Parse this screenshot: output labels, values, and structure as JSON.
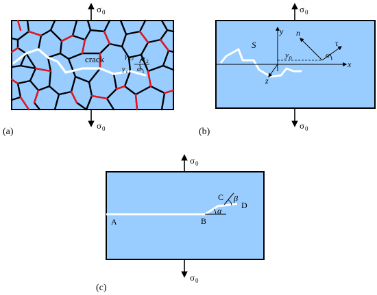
{
  "stress_symbol": "σ",
  "stress_subscript": "0",
  "panels": {
    "a": {
      "label": "(a)",
      "crack_label": "crack",
      "gamma": "γ",
      "gamma_sub_c1": "c1",
      "gamma_sub_c2": "c2",
      "alpha": "α",
      "alpha_sub_1": "1",
      "alpha_sub_2": "2"
    },
    "b": {
      "label": "(b)",
      "axis_x": "x",
      "axis_y": "y",
      "axis_z": "z",
      "surface": "S",
      "normal": "n",
      "tangent": "τ",
      "offset": "y",
      "offset_sub": "0",
      "angle": "α"
    },
    "c": {
      "label": "(c)",
      "point_a": "A",
      "point_b": "B",
      "point_c": "C",
      "point_d": "D",
      "angle_alpha": "α",
      "angle_beta": "β"
    }
  },
  "colors": {
    "plate": "#99ccff",
    "grain_boundary": "#000000",
    "weak_boundary": "#e8141e",
    "crack": "#ffffff"
  }
}
